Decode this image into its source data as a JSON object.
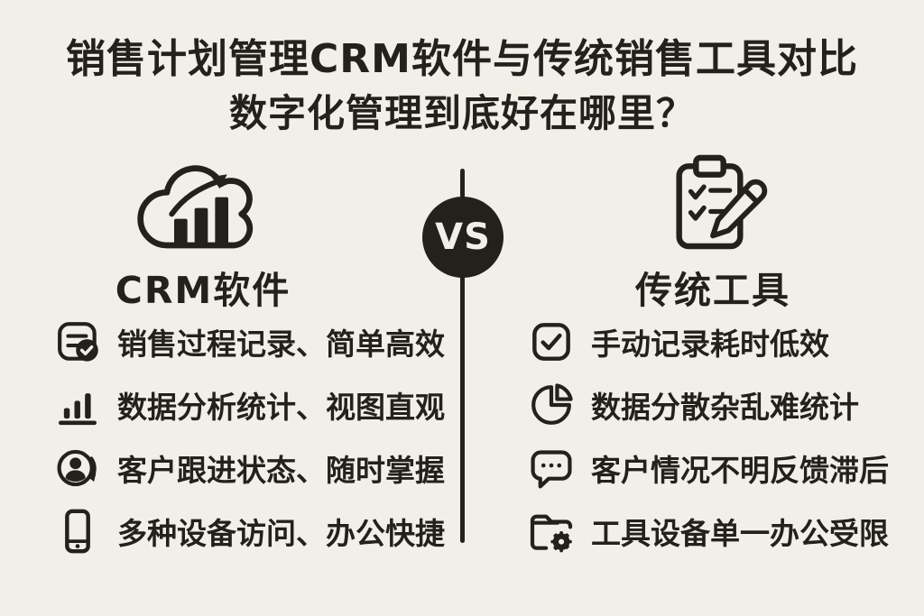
{
  "page": {
    "background": "#f2efe8",
    "ink": "#23211c"
  },
  "title": {
    "line1": "销售计划管理CRM软件与传统销售工具对比",
    "line2": "数字化管理到底好在哪里？"
  },
  "versus": {
    "label": "VS"
  },
  "left": {
    "heading": "CRM软件",
    "heading_icon": "cloud-growth-icon",
    "items": [
      {
        "icon": "note-check-icon",
        "text": "销售过程记录、简单高效"
      },
      {
        "icon": "bar-chart-icon",
        "text": "数据分析统计、视图直观"
      },
      {
        "icon": "customer-follow-icon",
        "text": "客户跟进状态、随时掌握"
      },
      {
        "icon": "smartphone-icon",
        "text": "多种设备访问、办公快捷"
      }
    ]
  },
  "right": {
    "heading": "传统工具",
    "heading_icon": "clipboard-pencil-icon",
    "items": [
      {
        "icon": "checkbox-icon",
        "text": "手动记录耗时低效"
      },
      {
        "icon": "pie-chart-icon",
        "text": "数据分散杂乱难统计"
      },
      {
        "icon": "chat-bubble-icon",
        "text": "客户情况不明反馈滞后"
      },
      {
        "icon": "folder-gear-icon",
        "text": "工具设备单一办公受限"
      }
    ]
  }
}
